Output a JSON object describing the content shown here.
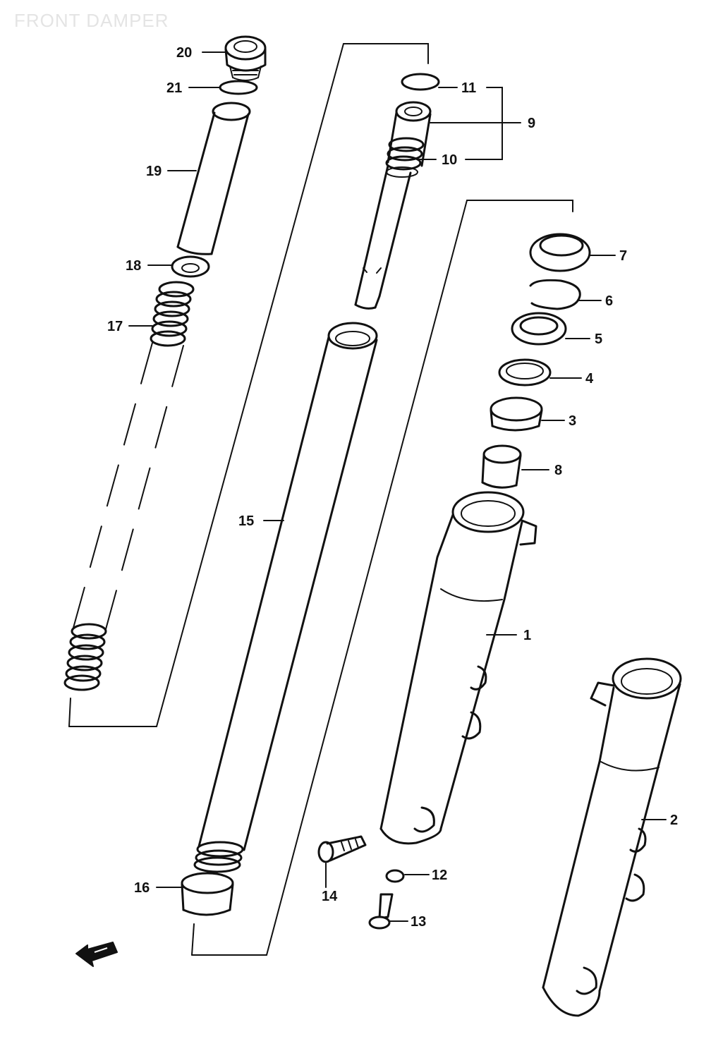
{
  "title": "FRONT DAMPER",
  "labels": {
    "l1": "1",
    "l2": "2",
    "l3": "3",
    "l4": "4",
    "l5": "5",
    "l6": "6",
    "l7": "7",
    "l8": "8",
    "l9": "9",
    "l10": "10",
    "l11": "11",
    "l12": "12",
    "l13": "13",
    "l14": "14",
    "l15": "15",
    "l16": "16",
    "l17": "17",
    "l18": "18",
    "l19": "19",
    "l20": "20",
    "l21": "21"
  }
}
